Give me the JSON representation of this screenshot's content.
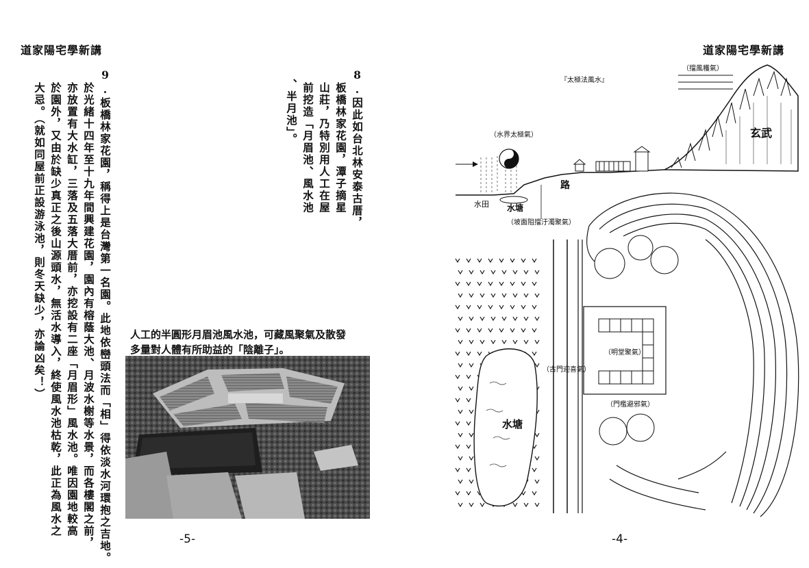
{
  "left_page": {
    "header": "道家陽宅學新講",
    "page_number": "-5-",
    "item9": {
      "columns": [
        "9.板橋林家花園，稱得上是台灣第一名園。此地依巒頭法而「相」得依淡水河環抱之吉地。",
        "於光緒十四年至十九年間興建花園，園內有榕蔭大池、月波水榭等水景，而各樓閣之前，",
        "亦放置有大水缸，三落及五落大厝前，亦挖設有二座「月眉形」風水池。唯因園地較高",
        "於園外，又由於缺少真正之後山源頭水，無活水導入，終使風水池枯乾，此正為風水之",
        "大忌。（就如同屋前正設游泳池，則冬天缺少，亦論凶矣！）"
      ]
    },
    "item8": {
      "columns": [
        "8.因此如台北林安泰古厝，",
        "板橋林家花園，潭子摘星",
        "山莊，乃特別用人工在屋",
        "前挖造「月眉池、風水池",
        "、半月池」。"
      ]
    },
    "caption": {
      "line1": "人工的半圓形月眉池風水池，可藏風聚氣及散發",
      "line2": "多量對人體有所助益的「陰離子」。"
    }
  },
  "right_page": {
    "header": "道家陽宅學新講",
    "page_number": "-4-",
    "diagram": {
      "labels": {
        "taiji_title": "『太極法風水』",
        "wind_block": "（擋風穫氣）",
        "xuanwu": "玄武",
        "water_taiji": "（水界太極氣）",
        "road": "路",
        "paddy": "水田",
        "pond_small": "水塘",
        "slope": "（坡面阻擋汙濁聚氣）",
        "ming_tang": "（明堂聚氣）",
        "gate_qi": "（古門迎喜氣）",
        "gate_evil": "（門檻避邪氣）",
        "pond_large": "水塘"
      }
    }
  }
}
